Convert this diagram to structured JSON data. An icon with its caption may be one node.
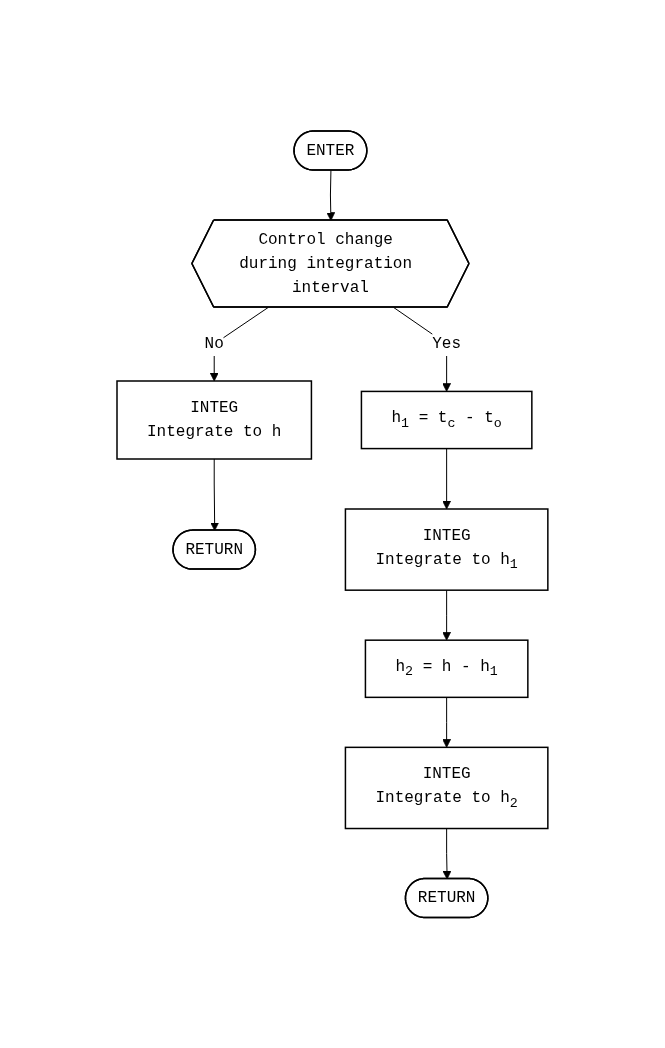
{
  "diagram": {
    "nodes": [
      {
        "text": [
          "ENTER"
        ]
      },
      {
        "text": [
          "Control change during integration interval"
        ]
      },
      {
        "text": [
          "INTEG",
          "Integrate to h"
        ]
      },
      {
        "text": [
          "RETURN"
        ]
      },
      {
        "text": [
          "h$_{1}$ = t$_{c}$ - t$_{o}$"
        ]
      },
      {
        "text": [
          "INTEG",
          "Integrate to h$_{1}$"
        ]
      },
      {
        "text": [
          "h$_{2}$ = h - h$_{1}$"
        ]
      },
      {
        "text": [
          "INTEG",
          "Integrate to h$_{2}$"
        ]
      },
      {
        "text": [
          "RETURN"
        ]
      }
    ],
    "edges": [
      {
        "from": 0,
        "to": 1,
        "arrow": "to"
      },
      {
        "from": 1,
        "to": 2,
        "arrow": "to",
        "label": "No"
      },
      {
        "from": 2,
        "to": 3,
        "arrow": "to"
      },
      {
        "from": 1,
        "to": 4,
        "arrow": "to",
        "label": "Yes"
      },
      {
        "from": 4,
        "to": 5,
        "arrow": "to"
      },
      {
        "from": 5,
        "to": 6,
        "arrow": "to"
      },
      {
        "from": 6,
        "to": 7,
        "arrow": "to"
      },
      {
        "from": 7,
        "to": 8,
        "arrow": "to"
      }
    ]
  }
}
